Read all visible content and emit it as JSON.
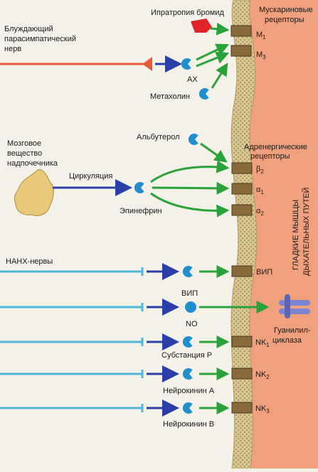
{
  "labels": {
    "vagus": [
      "Блуждающий",
      "парасимпатический",
      "нерв"
    ],
    "ipratropium": "Ипратропия бромид",
    "muscarinic": [
      "Мускариновые",
      "рецепторы"
    ],
    "ach": "АХ",
    "methacholine": "Метахолин",
    "adrenal": [
      "Мозговое",
      "вещество",
      "надпочечника"
    ],
    "albuterol": "Альбутерол",
    "adrenergic": [
      "Адренергические",
      "рецепторы"
    ],
    "circulation": "Циркуляция",
    "epinephrine": "Эпинефрин",
    "nanc": "НАНХ-нервы",
    "vip": "ВИП",
    "no": "NO",
    "substance_p": "Субстанция P",
    "neurokinin_a": "Нейрокинин А",
    "neurokinin_b": "Нейрокинин В",
    "guanylyl": [
      "Гуанилил-",
      "циклаза"
    ],
    "smooth_muscle": [
      "ГЛАДКИЕ МЫШЦЫ",
      "ДЫХАТЕЛЬНЫХ ПУТЕЙ"
    ]
  },
  "receptors": [
    {
      "base": "M",
      "sub": "1"
    },
    {
      "base": "M",
      "sub": "3"
    },
    {
      "base": "β",
      "sub": "2"
    },
    {
      "base": "α",
      "sub": "1"
    },
    {
      "base": "α",
      "sub": "2"
    },
    {
      "base": "ВИП",
      "sub": ""
    },
    {
      "base": "NK",
      "sub": "1"
    },
    {
      "base": "NK",
      "sub": "2"
    },
    {
      "base": "NK",
      "sub": "3"
    }
  ],
  "colors": {
    "muscle": "#f0a07c",
    "membrane": "#d8c690",
    "receptor": "#8a6a3a",
    "nerve_red": "#e85a3a",
    "nerve_cyan": "#4fb8d8",
    "arrow_blue": "#2a3fa8",
    "arrow_green": "#2aa23a",
    "ligand": "#1f8fd0",
    "antagonist": "#e0242a",
    "guanylyl": "#7a84d0"
  }
}
